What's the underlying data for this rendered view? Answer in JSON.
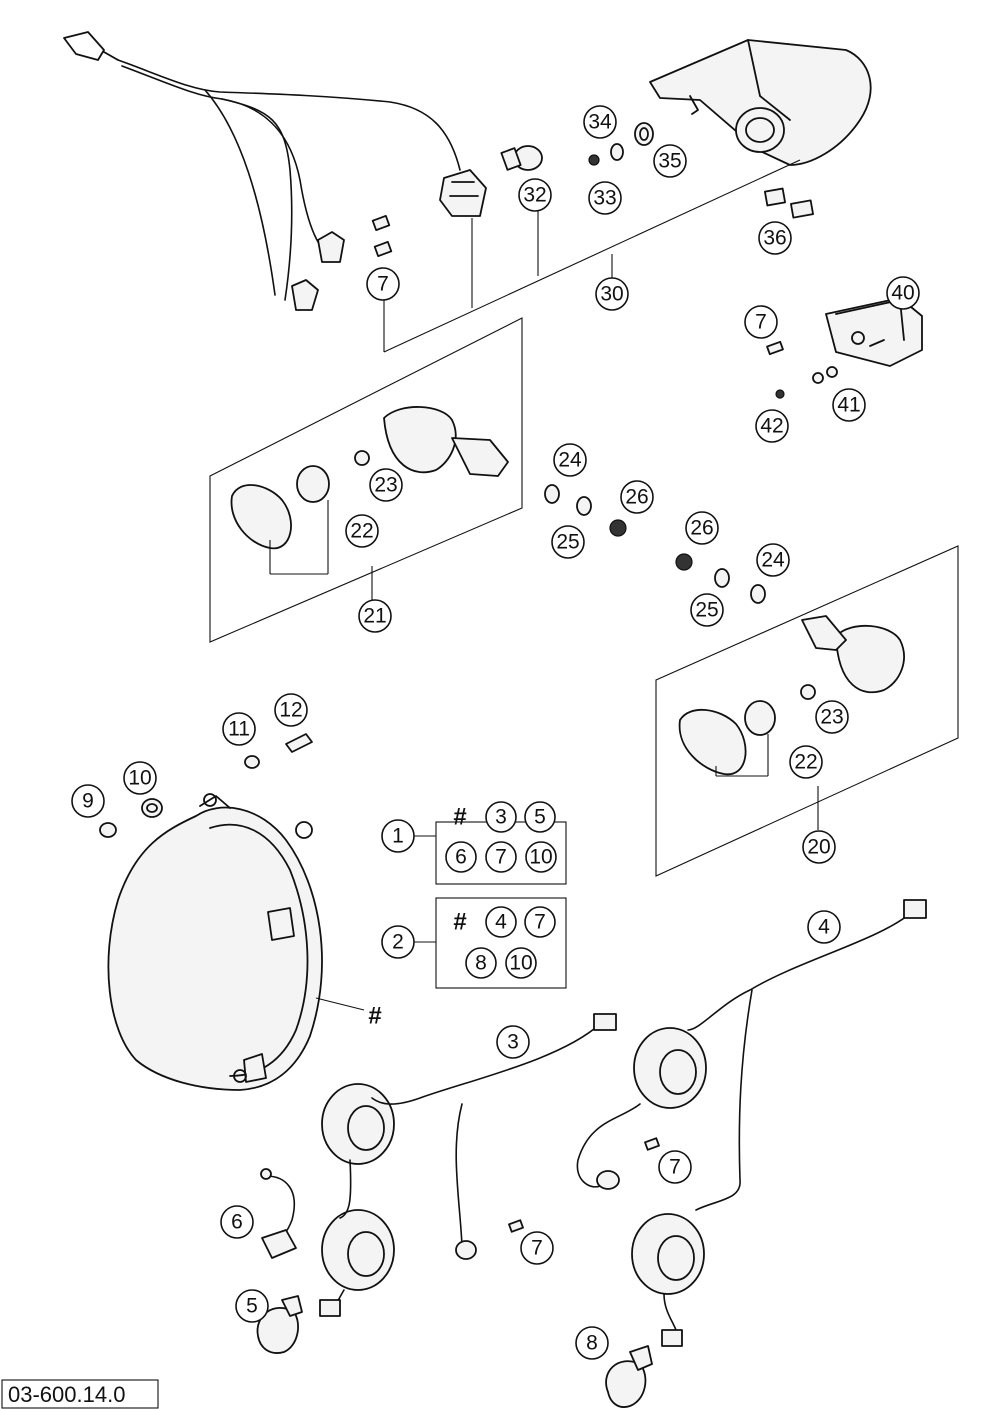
{
  "document_number": "03-600.14.0",
  "hash_symbol": "#",
  "callouts": {
    "c34": "34",
    "c35": "35",
    "c32": "32",
    "c33": "33",
    "c36": "36",
    "c7_top": "7",
    "c30": "30",
    "c40": "40",
    "c7_right": "7",
    "c41": "41",
    "c42": "42",
    "c23_left": "23",
    "c24_left": "24",
    "c26_left": "26",
    "c22_left": "22",
    "c25_left": "25",
    "c26_right": "26",
    "c24_right": "24",
    "c21": "21",
    "c25_right": "25",
    "c12": "12",
    "c11": "11",
    "c23_right": "23",
    "c10_left": "10",
    "c9": "9",
    "c22_right": "22",
    "c20": "20",
    "c1": "1",
    "c2": "2",
    "c4": "4",
    "c3": "3",
    "c7_lower_right": "7",
    "c6": "6",
    "c7_lower_mid": "7",
    "c5": "5",
    "c8": "8"
  },
  "kit_1": {
    "items": [
      "3",
      "5",
      "6",
      "7",
      "10"
    ]
  },
  "kit_2": {
    "items": [
      "4",
      "7",
      "8",
      "10"
    ]
  }
}
